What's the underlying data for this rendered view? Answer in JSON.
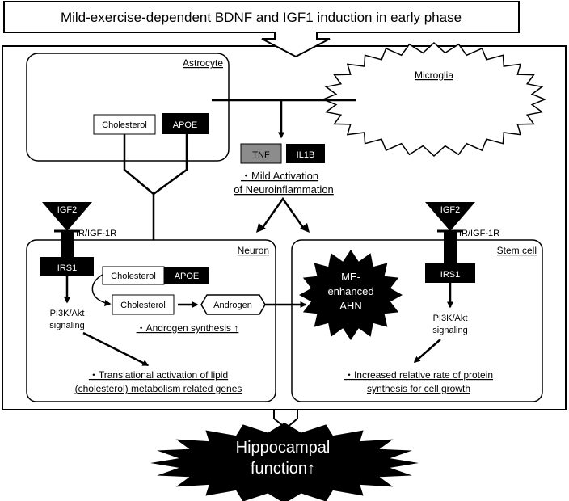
{
  "header": {
    "title": "Mild-exercise-dependent BDNF and IGF1 induction in early phase"
  },
  "astrocyte": {
    "label": "Astrocyte",
    "cholesterol": "Cholesterol",
    "apoe": "APOE"
  },
  "microglia": {
    "label": "Microglia"
  },
  "inflammation": {
    "tnf": "TNF",
    "il1b": "IL1B",
    "line1": "・Mild Activation",
    "line2": "of Neuroinflammation"
  },
  "receptor_left": {
    "igf2": "IGF2",
    "receptor": "IR/IGF-1R",
    "irs1": "IRS1",
    "pi3k_line1": "PI3K/Akt",
    "pi3k_line2": "signaling"
  },
  "receptor_right": {
    "igf2": "IGF2",
    "receptor": "IR/IGF-1R",
    "irs1": "IRS1",
    "pi3k_line1": "PI3K/Akt",
    "pi3k_line2": "signaling"
  },
  "neuron": {
    "label": "Neuron",
    "cholesterol_bound": "Cholesterol",
    "apoe": "APOE",
    "cholesterol": "Cholesterol",
    "androgen": "Androgen",
    "androgen_synthesis": "・Androgen synthesis ↑",
    "translational_line1": "・Translational activation of lipid",
    "translational_line2": "(cholesterol) metabolism related genes"
  },
  "stem_cell": {
    "label": "Stem cell",
    "protein_line1": "・Increased relative rate of protein",
    "protein_line2": "synthesis for cell growth"
  },
  "ahn": {
    "line1": "ME-",
    "line2": "enhanced",
    "line3": "AHN"
  },
  "outcome": {
    "line1": "Hippocampal",
    "line2": "function↑"
  },
  "colors": {
    "black": "#000000",
    "gray": "#8c8c8c",
    "white": "#ffffff"
  }
}
